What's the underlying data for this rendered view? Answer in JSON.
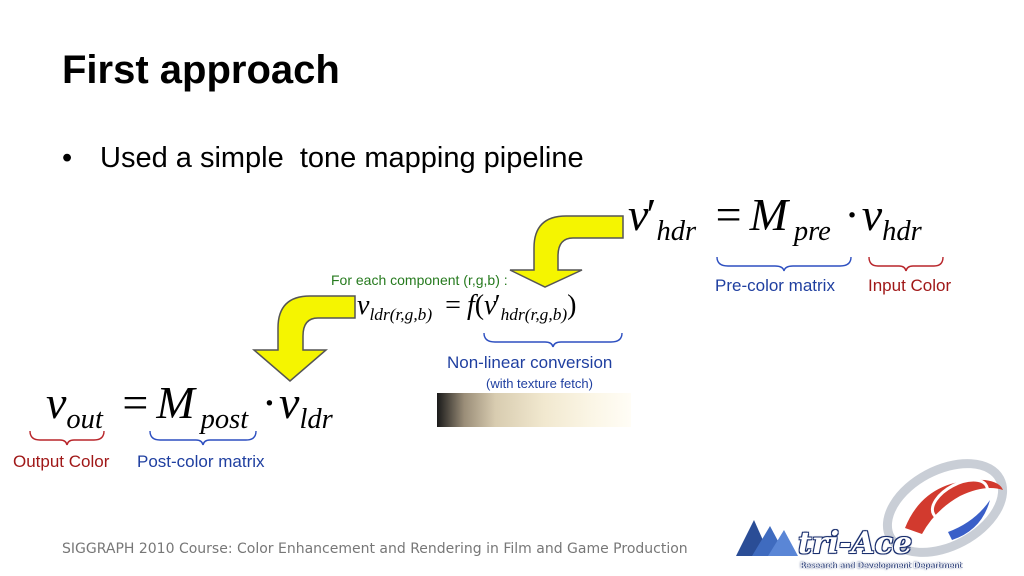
{
  "slide": {
    "title": "First approach",
    "bullet_marker": "•",
    "bullet_text": "Used a simple  tone mapping pipeline"
  },
  "equation_pre": {
    "lhs_var": "v",
    "lhs_prime": "′",
    "lhs_sub": "hdr",
    "equals": "=",
    "matrix": "M",
    "matrix_sub": "pre",
    "dot": "·",
    "rhs_var": "v",
    "rhs_sub": "hdr",
    "label_matrix": "Pre-color matrix",
    "label_input": "Input Color"
  },
  "equation_component": {
    "caption": "For each component (r,g,b) :",
    "lhs_var": "v",
    "lhs_sub": "ldr(r,g,b)",
    "equals": "=",
    "func": "f",
    "open_paren": "(",
    "arg_var": "v",
    "arg_prime": "′",
    "arg_sub": "hdr(r,g,b)",
    "close_paren": ")",
    "label_conversion": "Non-linear conversion",
    "label_note": "(with texture fetch)"
  },
  "equation_post": {
    "lhs_var": "v",
    "lhs_sub": "out",
    "equals": "=",
    "matrix": "M",
    "matrix_sub": "post",
    "dot": "·",
    "rhs_var": "v",
    "rhs_sub": "ldr",
    "label_output": "Output Color",
    "label_matrix": "Post-color matrix"
  },
  "footer": "SIGGRAPH 2010 Course: Color Enhancement and Rendering in Film and Game Production",
  "logo": {
    "name": "tri-Ace",
    "tagline": "Research and Development Department"
  },
  "colors": {
    "arrow_fill": "#f5f500",
    "arrow_stroke": "#555555",
    "brace_blue": "#2d4fc0",
    "brace_red": "#b8252a",
    "label_blue": "#1f3fa0",
    "label_red": "#a01818",
    "label_green": "#267a1e"
  }
}
